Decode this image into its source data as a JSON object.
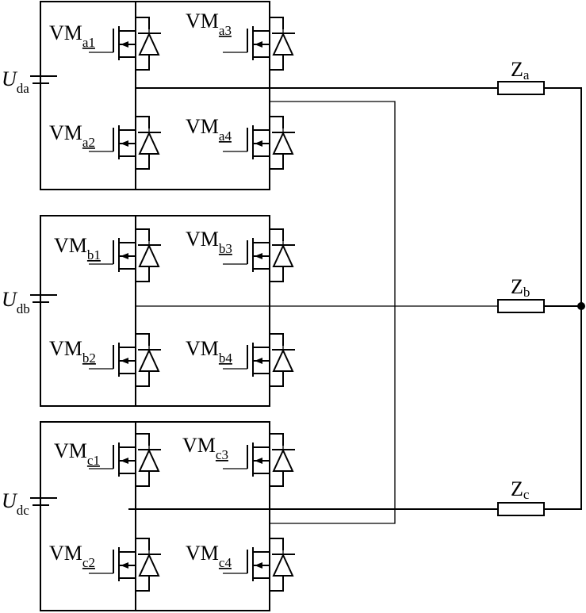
{
  "diagram": {
    "modules": [
      {
        "id": "a",
        "source_label": "U",
        "source_sub": "da",
        "switches": [
          {
            "base": "VM",
            "sub": "a1"
          },
          {
            "base": "VM",
            "sub": "a3"
          },
          {
            "base": "VM",
            "sub": "a2"
          },
          {
            "base": "VM",
            "sub": "a4"
          }
        ]
      },
      {
        "id": "b",
        "source_label": "U",
        "source_sub": "db",
        "switches": [
          {
            "base": "VM",
            "sub": "b1"
          },
          {
            "base": "VM",
            "sub": "b3"
          },
          {
            "base": "VM",
            "sub": "b2"
          },
          {
            "base": "VM",
            "sub": "b4"
          }
        ]
      },
      {
        "id": "c",
        "source_label": "U",
        "source_sub": "dc",
        "switches": [
          {
            "base": "VM",
            "sub": "c1"
          },
          {
            "base": "VM",
            "sub": "c3"
          },
          {
            "base": "VM",
            "sub": "c2"
          },
          {
            "base": "VM",
            "sub": "c4"
          }
        ]
      }
    ],
    "loads": [
      {
        "base": "Z",
        "sub": "a"
      },
      {
        "base": "Z",
        "sub": "b"
      },
      {
        "base": "Z",
        "sub": "c"
      }
    ]
  }
}
